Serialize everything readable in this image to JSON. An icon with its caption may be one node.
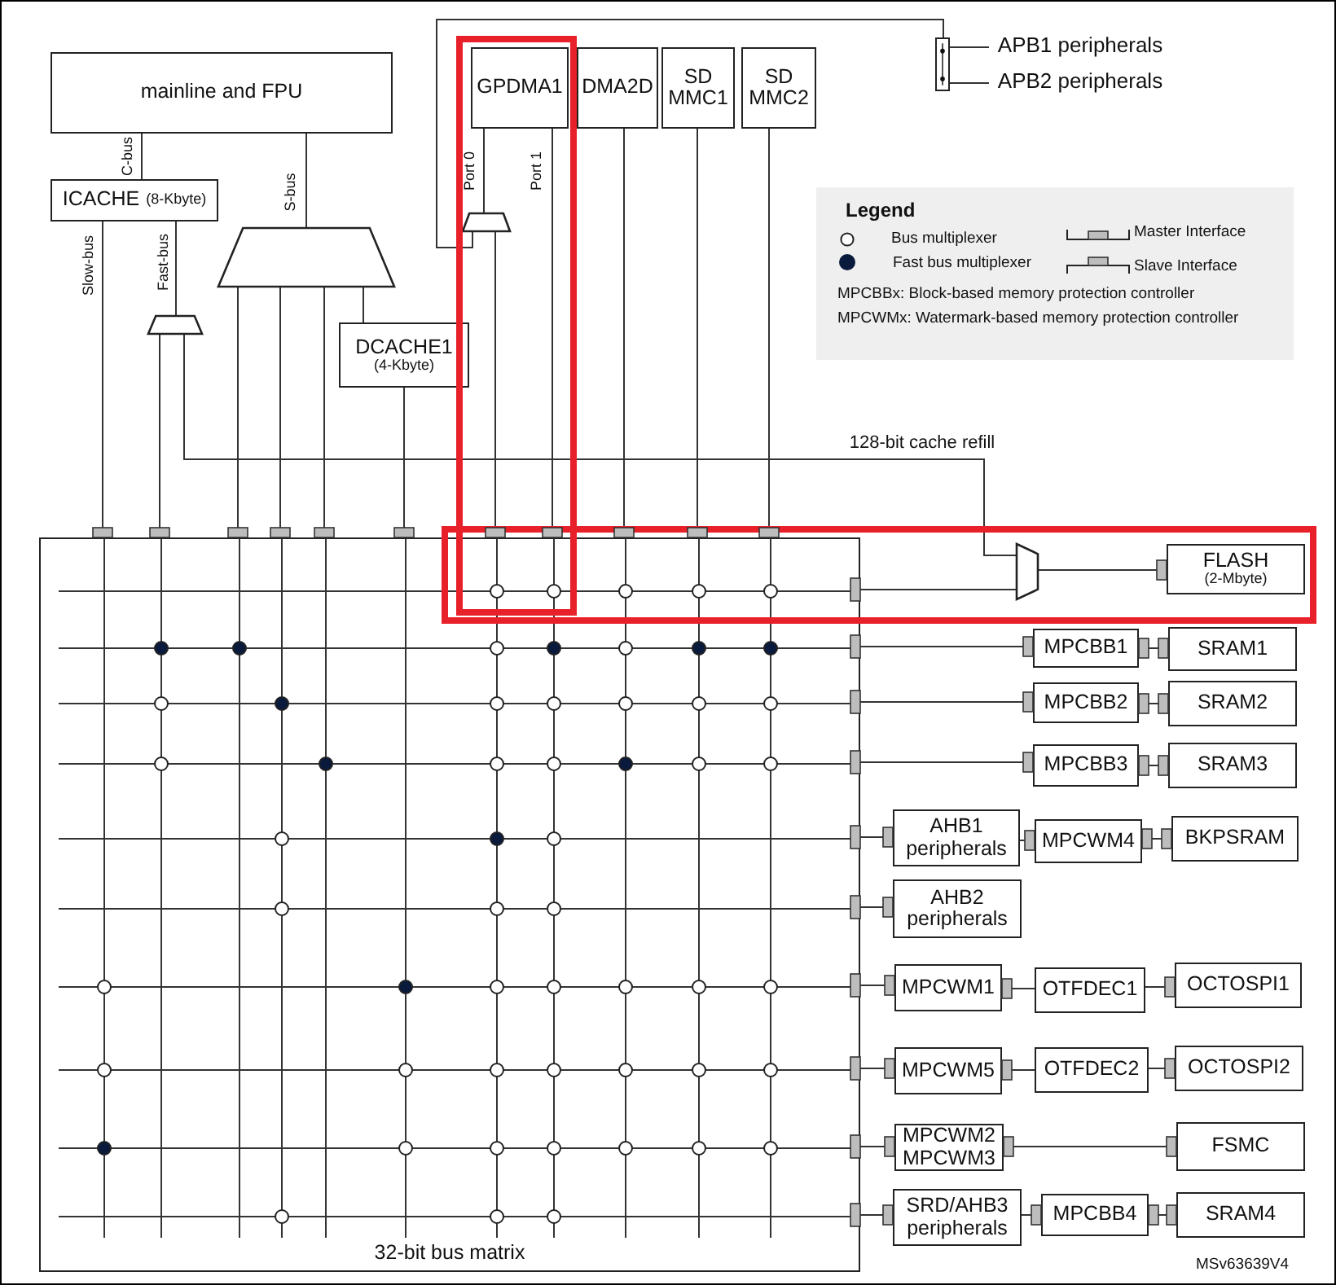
{
  "diagram": {
    "nodes": [
      {
        "text": [
          "mainline and FPU"
        ]
      },
      {
        "text": [
          "ICACHE",
          "(8-Kbyte)"
        ]
      },
      {
        "text": [],
        "shape": "trapezoid"
      },
      {
        "text": [],
        "shape": "trapezoid"
      },
      {
        "text": [
          "DCACHE1",
          "(4-Kbyte)"
        ]
      },
      {
        "text": [
          "GPDMA1"
        ]
      },
      {
        "text": [],
        "shape": "trapezoid"
      },
      {
        "text": [
          "DMA2D"
        ]
      },
      {
        "text": [
          "SD MMC1"
        ]
      },
      {
        "text": [
          "SD MMC2"
        ]
      },
      {
        "text": [],
        "shape": "bar"
      },
      {
        "text": [
          "APB1 peripherals"
        ]
      },
      {
        "text": [
          "APB2 peripherals"
        ]
      },
      {
        "text": [
          "32-bit bus matrix"
        ]
      },
      {
        "text": [],
        "shape": "trapezoid"
      },
      {
        "text": [
          "FLASH",
          "(2-Mbyte)"
        ]
      },
      {
        "text": [
          "MPCBB1"
        ]
      },
      {
        "text": [
          "SRAM1"
        ]
      },
      {
        "text": [
          "MPCBB2"
        ]
      },
      {
        "text": [
          "SRAM2"
        ]
      },
      {
        "text": [
          "MPCBB3"
        ]
      },
      {
        "text": [
          "SRAM3"
        ]
      },
      {
        "text": [
          "AHB1 peripherals"
        ]
      },
      {
        "text": [
          "MPCWM4"
        ]
      },
      {
        "text": [
          "BKPSRAM"
        ]
      },
      {
        "text": [
          "AHB2 peripherals"
        ]
      },
      {
        "text": [
          "MPCWM1"
        ]
      },
      {
        "text": [
          "OTFDEC1"
        ]
      },
      {
        "text": [
          "OCTOSPI1"
        ]
      },
      {
        "text": [
          "MPCWM5"
        ]
      },
      {
        "text": [
          "OTFDEC2"
        ]
      },
      {
        "text": [
          "OCTOSPI2"
        ]
      },
      {
        "text": [
          "MPCWM2",
          "MPCWM3"
        ]
      },
      {
        "text": [
          "FSMC"
        ]
      },
      {
        "text": [
          "SRD/AHB3 peripherals"
        ]
      },
      {
        "text": [
          "MPCBB4"
        ]
      },
      {
        "text": [
          "SRAM4"
        ]
      }
    ],
    "edges": [
      {
        "from": 0,
        "to": 1,
        "arrow": "none",
        "label": "C-bus"
      },
      {
        "from": 0,
        "to": 2,
        "arrow": "none",
        "label": "S-bus"
      },
      {
        "from": 1,
        "to": 13,
        "arrow": "other",
        "label": "Slow-bus"
      },
      {
        "from": 1,
        "to": 3,
        "arrow": "none",
        "label": "Fast-bus"
      },
      {
        "from": 3,
        "to": 13,
        "arrow": "other"
      },
      {
        "from": 3,
        "to": 14,
        "arrow": "none",
        "label": "128-bit cache refill"
      },
      {
        "from": 2,
        "to": 13,
        "arrow": "other"
      },
      {
        "from": 2,
        "to": 13,
        "arrow": "other"
      },
      {
        "from": 2,
        "to": 13,
        "arrow": "other"
      },
      {
        "from": 2,
        "to": 4,
        "arrow": "none"
      },
      {
        "from": 4,
        "to": 13,
        "arrow": "other"
      },
      {
        "from": 5,
        "to": 6,
        "arrow": "none",
        "label": "Port 0"
      },
      {
        "from": 5,
        "to": 13,
        "arrow": "other",
        "label": "Port 1"
      },
      {
        "from": 6,
        "to": 13,
        "arrow": "other"
      },
      {
        "from": 6,
        "to": 10,
        "arrow": "none"
      },
      {
        "from": 10,
        "to": 11,
        "arrow": "none"
      },
      {
        "from": 10,
        "to": 12,
        "arrow": "none"
      },
      {
        "from": 7,
        "to": 13,
        "arrow": "other"
      },
      {
        "from": 8,
        "to": 13,
        "arrow": "other"
      },
      {
        "from": 9,
        "to": 13,
        "arrow": "other"
      },
      {
        "from": 13,
        "to": 14,
        "arrow": "other"
      },
      {
        "from": 14,
        "to": 15,
        "arrow": "other"
      },
      {
        "from": 13,
        "to": 16,
        "arrow": "other"
      },
      {
        "from": 16,
        "to": 17,
        "arrow": "other"
      },
      {
        "from": 13,
        "to": 18,
        "arrow": "other"
      },
      {
        "from": 18,
        "to": 19,
        "arrow": "other"
      },
      {
        "from": 13,
        "to": 20,
        "arrow": "other"
      },
      {
        "from": 20,
        "to": 21,
        "arrow": "other"
      },
      {
        "from": 13,
        "to": 22,
        "arrow": "other"
      },
      {
        "from": 22,
        "to": 23,
        "arrow": "other"
      },
      {
        "from": 23,
        "to": 24,
        "arrow": "other"
      },
      {
        "from": 13,
        "to": 25,
        "arrow": "other"
      },
      {
        "from": 13,
        "to": 26,
        "arrow": "other"
      },
      {
        "from": 26,
        "to": 27,
        "arrow": "other"
      },
      {
        "from": 27,
        "to": 28,
        "arrow": "other"
      },
      {
        "from": 13,
        "to": 29,
        "arrow": "other"
      },
      {
        "from": 29,
        "to": 30,
        "arrow": "other"
      },
      {
        "from": 30,
        "to": 31,
        "arrow": "other"
      },
      {
        "from": 13,
        "to": 32,
        "arrow": "other"
      },
      {
        "from": 32,
        "to": 33,
        "arrow": "other"
      },
      {
        "from": 13,
        "to": 34,
        "arrow": "other"
      },
      {
        "from": 34,
        "to": 35,
        "arrow": "other"
      },
      {
        "from": 35,
        "to": 36,
        "arrow": "other"
      }
    ],
    "labels": [
      "Legend",
      "MPCBBx: Block-based memory protection controller",
      "MPCWMx: Watermark-based memory protection controller",
      "MSv63639V4"
    ],
    "legend": [
      {
        "text": "Bus multiplexer"
      },
      {
        "text": "Fast bus multiplexer"
      },
      {
        "text": "Master Interface"
      },
      {
        "text": "Slave Interface"
      }
    ]
  }
}
